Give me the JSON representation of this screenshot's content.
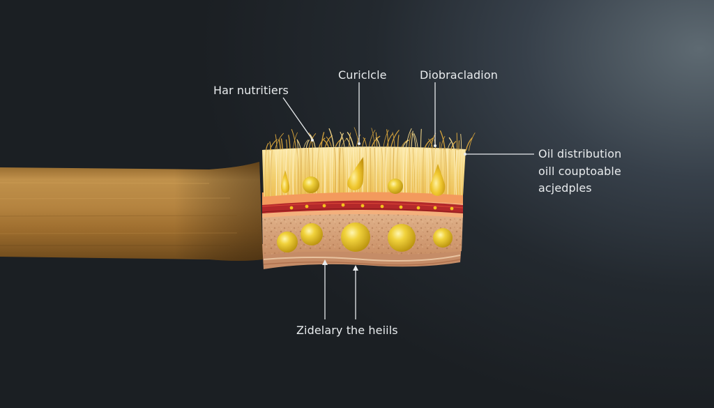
{
  "labels": {
    "hair_nutrients": "Har nutritiers",
    "cuticle": "Curiclcle",
    "diobracladion": "Diobracladion",
    "oil_line1": "Oil distribution",
    "oil_line2": "oill couptoable",
    "oil_line3": "acjedples",
    "bottom": "Zidelary the heiils"
  },
  "colors": {
    "background": "#1d2226",
    "hair_shaft": "#b07f3c",
    "fiber_layer": "#f3d27a",
    "fat_droplet": "#e8c020",
    "red_band": "#b3282a",
    "orange_band": "#f3a06a",
    "tissue": "#d8a780",
    "label_text": "#e9ecee",
    "leader_line": "#e9ecee"
  }
}
